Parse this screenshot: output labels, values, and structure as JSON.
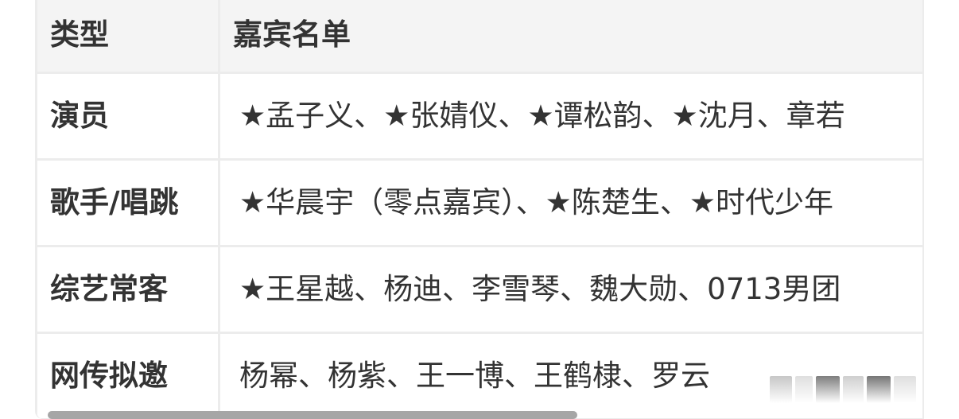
{
  "table": {
    "headers": {
      "type": "类型",
      "guests": "嘉宾名单"
    },
    "rows": [
      {
        "type": "演员",
        "guests": "★孟子义、★张婧仪、★谭松韵、★沈月、章若"
      },
      {
        "type": "歌手/唱跳",
        "guests": "★华晨宇（零点嘉宾）、★陈楚生、★时代少年"
      },
      {
        "type": "综艺常客",
        "guests": "★王星越、杨迪、李雪琴、魏大勋、0713男团"
      },
      {
        "type": "网传拟邀",
        "guests": "杨幂、杨紫、王一博、王鹤棣、罗云"
      }
    ]
  },
  "scrollbar": {
    "thumb_color": "#a6a6a6",
    "position_percent": 0
  },
  "colors": {
    "header_bg": "#f4f4f4",
    "border": "#ececec",
    "text": "#333333"
  }
}
